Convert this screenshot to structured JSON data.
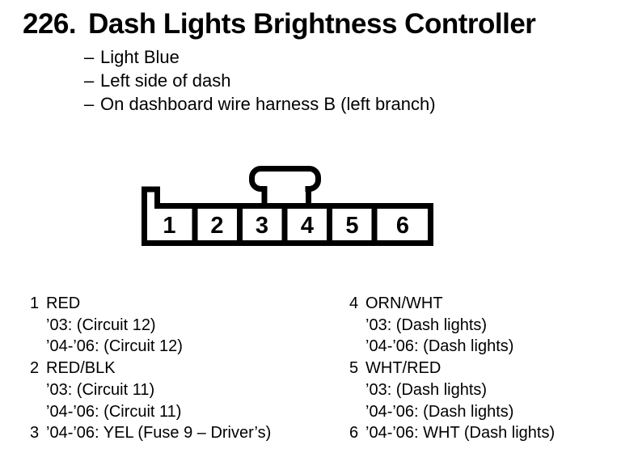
{
  "page": {
    "number": "226.",
    "title": "Dash Lights Brightness Controller",
    "bullet_dash": "–",
    "bullets": [
      "Light Blue",
      "Left side of dash",
      "On dashboard wire harness B (left branch)"
    ]
  },
  "connector": {
    "pins": [
      "1",
      "2",
      "3",
      "4",
      "5",
      "6"
    ]
  },
  "pin_table": {
    "left": [
      {
        "num": "1",
        "lines": [
          "RED",
          "’03: (Circuit 12)",
          "’04-’06: (Circuit 12)"
        ]
      },
      {
        "num": "2",
        "lines": [
          "RED/BLK",
          "’03: (Circuit 11)",
          "’04-’06: (Circuit 11)"
        ]
      },
      {
        "num": "3",
        "lines": [
          "’04-’06: YEL (Fuse 9 – Driver’s)"
        ]
      }
    ],
    "right": [
      {
        "num": "4",
        "lines": [
          "ORN/WHT",
          "’03: (Dash lights)",
          "’04-’06: (Dash lights)"
        ]
      },
      {
        "num": "5",
        "lines": [
          "WHT/RED",
          "’03: (Dash lights)",
          "’04-’06: (Dash lights)"
        ]
      },
      {
        "num": "6",
        "lines": [
          "’04-’06: WHT (Dash lights)"
        ]
      }
    ]
  },
  "colors": {
    "ink": "#000000",
    "paper": "#ffffff"
  }
}
